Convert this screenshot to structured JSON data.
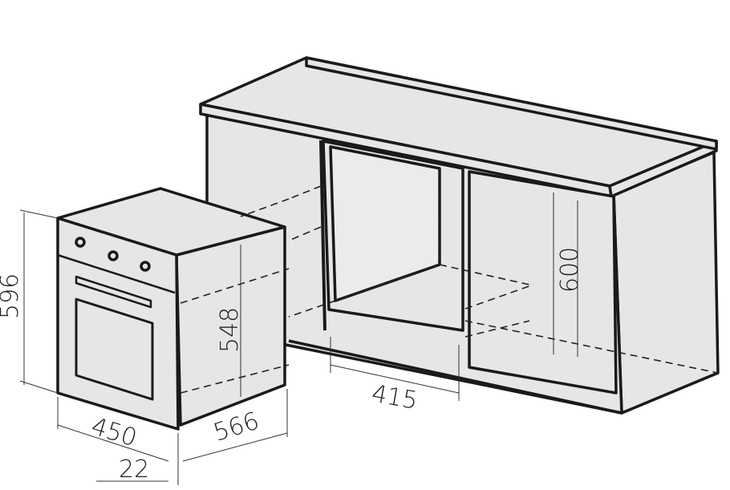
{
  "dimensions": {
    "oven_height": "596",
    "oven_inner_height": "548",
    "niche_height": "600",
    "oven_width": "450",
    "oven_depth": "566",
    "front_panel_thickness": "22",
    "niche_width": "415"
  },
  "colors": {
    "fill": "#e6e6e6",
    "stroke": "#1a1a1a"
  }
}
